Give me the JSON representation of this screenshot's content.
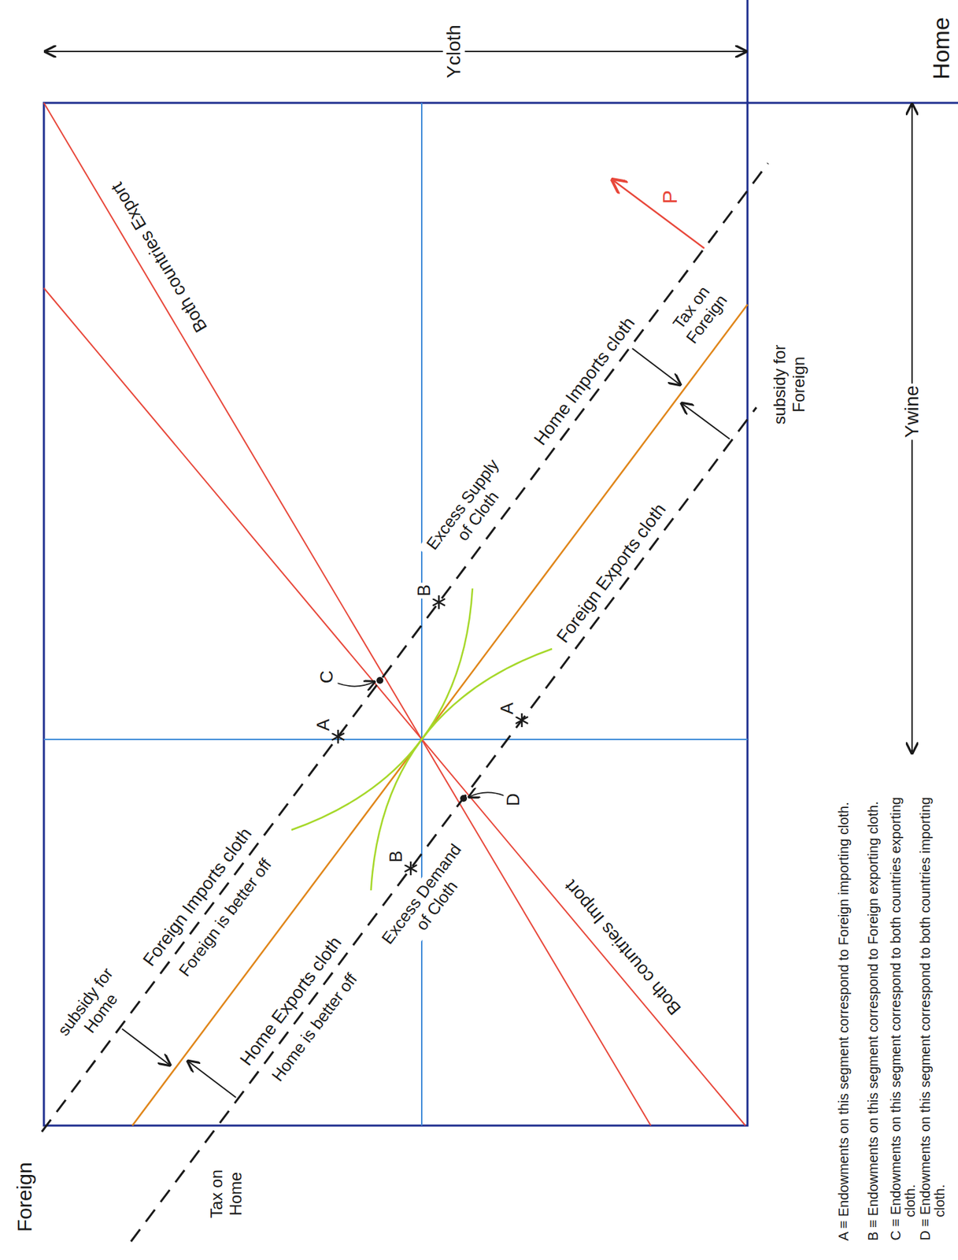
{
  "diagram": {
    "labels": [
      "Ycloth",
      "Home",
      "Ywine",
      "Both countries Export",
      "P",
      "Home Imports cloth",
      "Excess Supply of Cloth",
      "Tax on Foreign",
      "subsidy for Foreign",
      "C",
      "A",
      "B",
      "Foreign Exports cloth",
      "Foreign Imports cloth",
      "Foreign is better off",
      "A",
      "D",
      "B",
      "Excess Demand of Cloth",
      "subsidy for Home",
      "Home Exports cloth",
      "Home is better off",
      "Both countries Import",
      "Tax on Home",
      "Foreign",
      "A ≡ Endowments on this segment correspond to Foreign importing cloth.",
      "B ≡ Endowments on this segment correspond to Foreign exporting cloth.",
      "C ≡ Endowments on this segment correspond to both countries exporting cloth.",
      "D ≡ Endowments on this segment correspond to both countries importing cloth."
    ]
  }
}
